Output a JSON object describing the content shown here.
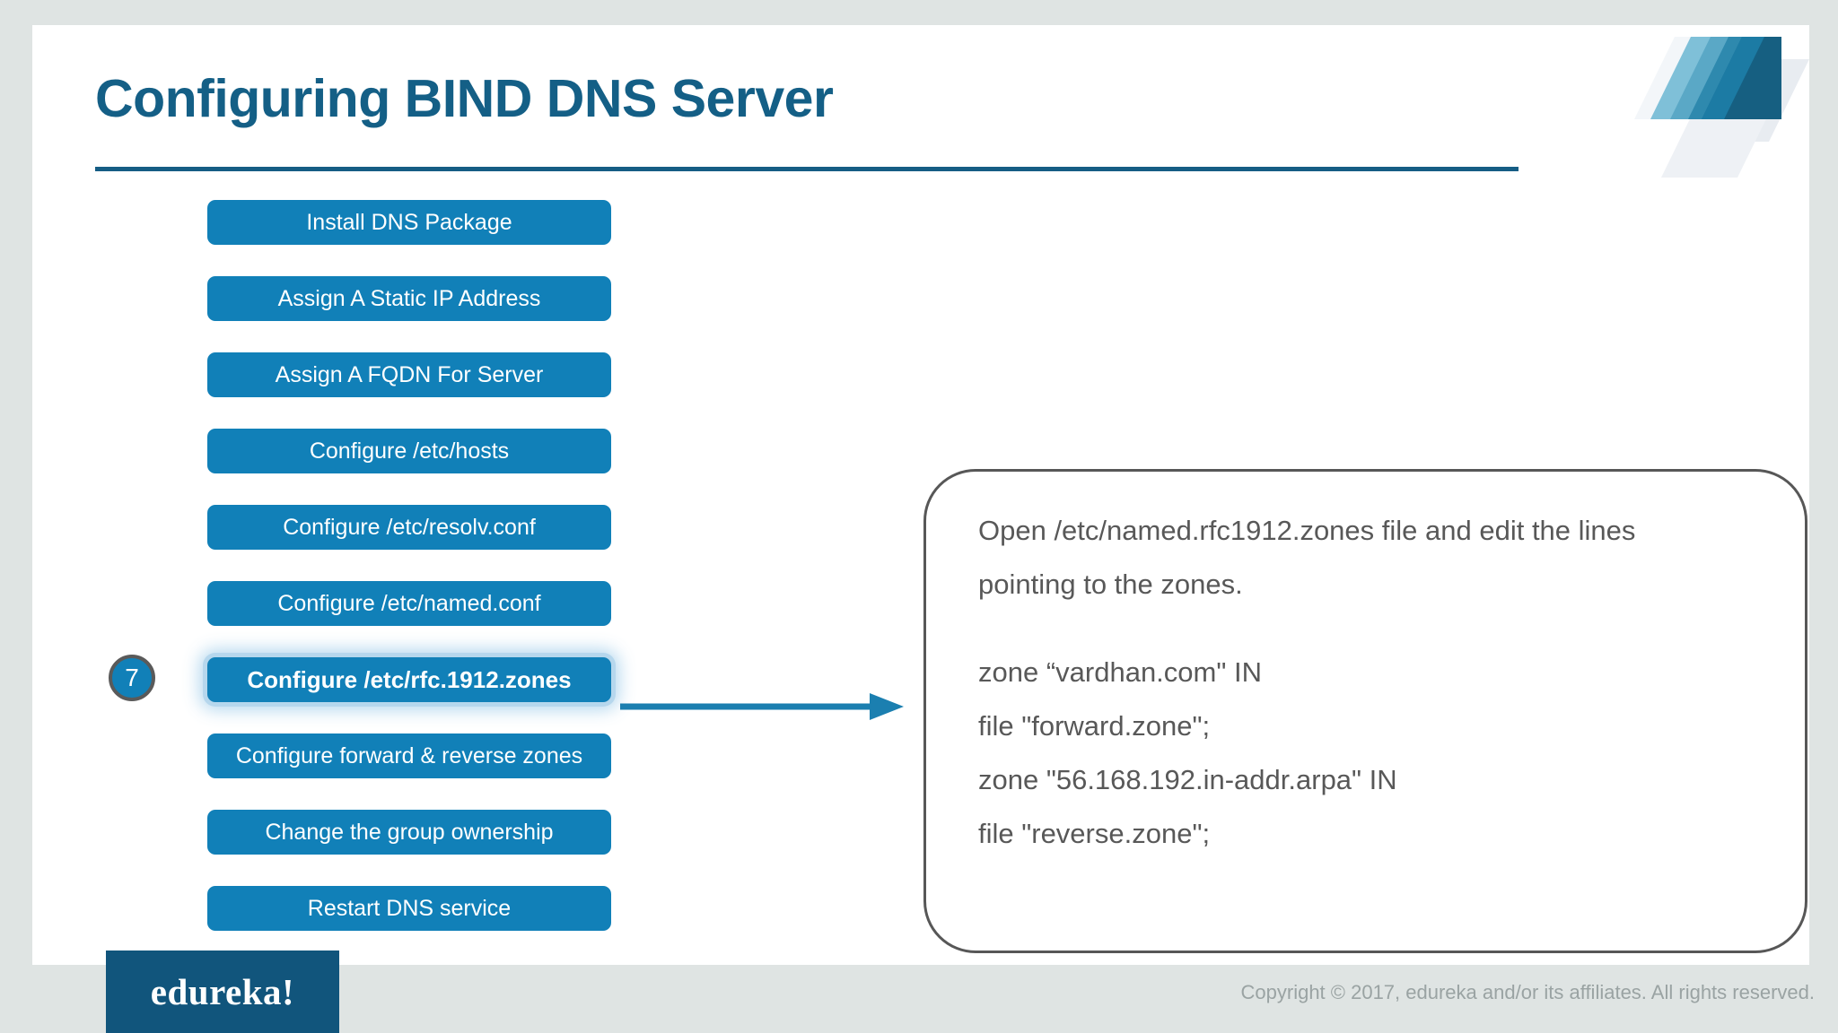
{
  "slide": {
    "title": "Configuring BIND DNS Server"
  },
  "steps": {
    "active_index": 6,
    "active_badge": "7",
    "items": [
      {
        "label": "Install DNS Package"
      },
      {
        "label": "Assign A Static IP Address"
      },
      {
        "label": "Assign A FQDN For Server"
      },
      {
        "label": "Configure /etc/hosts"
      },
      {
        "label": "Configure /etc/resolv.conf"
      },
      {
        "label": "Configure /etc/named.conf"
      },
      {
        "label": "Configure /etc/rfc.1912.zones"
      },
      {
        "label": "Configure forward & reverse zones"
      },
      {
        "label": "Change the group ownership"
      },
      {
        "label": "Restart DNS service"
      }
    ]
  },
  "callout": {
    "intro_lines": [
      "Open /etc/named.rfc1912.zones file and edit the lines",
      "pointing to the zones."
    ],
    "code_lines": [
      "zone “vardhan.com\" IN",
      "file \"forward.zone\";",
      "zone \"56.168.192.in-addr.arpa\" IN",
      "file \"reverse.zone\";"
    ]
  },
  "footer": {
    "logo": "edureka!",
    "copyright": "Copyright © 2017, edureka and/or its affiliates. All rights reserved."
  },
  "colors": {
    "title": "#145f86",
    "button": "#1180b8",
    "logo_bg": "#11557c",
    "page_bg": "#dfe4e3",
    "callout_border": "#575757",
    "text_gray": "#585858"
  }
}
